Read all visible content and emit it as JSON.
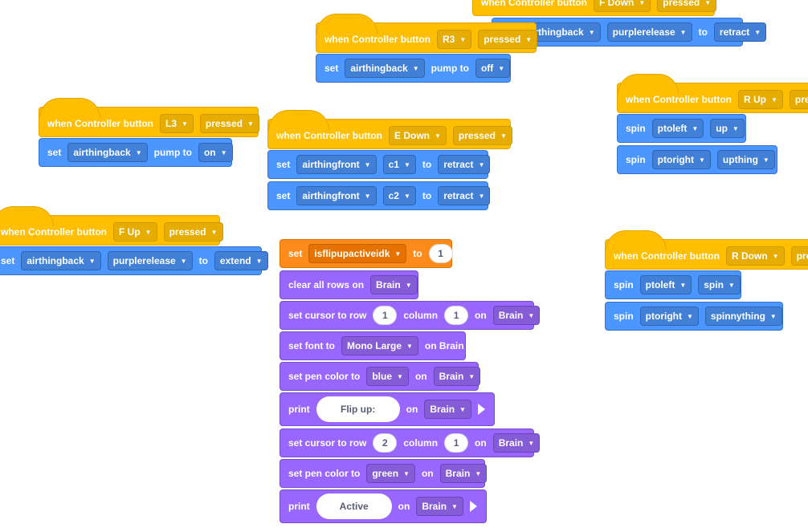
{
  "kw": {
    "when_controller_button": "when Controller button",
    "set": "set",
    "to": "to",
    "pump_to": "pump to",
    "spin": "spin",
    "clear_all_rows_on": "clear all rows on",
    "set_cursor_to_row": "set cursor to row",
    "column": "column",
    "on": "on",
    "set_font_to": "set font to",
    "on_brain": "on Brain",
    "set_pen_color_to": "set pen color to",
    "print": "print"
  },
  "stacks": {
    "f_down": {
      "button": "F Down",
      "action": "pressed",
      "var": "airthingback",
      "valve": "purplerelease",
      "state": "retract"
    },
    "r3": {
      "button": "R3",
      "action": "pressed",
      "var": "airthingback",
      "state": "off"
    },
    "l3": {
      "button": "L3",
      "action": "pressed",
      "var": "airthingback",
      "state": "on"
    },
    "e_down": {
      "button": "E Down",
      "action": "pressed",
      "var1": "airthingfront",
      "c1": "c1",
      "state1": "retract",
      "var2": "airthingfront",
      "c2": "c2",
      "state2": "retract"
    },
    "f_up": {
      "button": "F Up",
      "action": "pressed",
      "var": "airthingback",
      "valve": "purplerelease",
      "state": "extend"
    },
    "r_up": {
      "button": "R Up",
      "action": "pres",
      "m1": "ptoleft",
      "d1": "up",
      "m2": "ptoright",
      "d2": "upthing"
    },
    "r_down": {
      "button": "R Down",
      "action": "pre",
      "m1": "ptoleft",
      "d1": "spin",
      "m2": "ptoright",
      "d2": "spinnything"
    }
  },
  "script": {
    "var_name": "isflipupactiveidk",
    "var_value": "1",
    "device": "Brain",
    "row1": "1",
    "col1": "1",
    "font": "Mono Large",
    "pen1": "blue",
    "text1": "Flip up:",
    "row2": "2",
    "col2": "1",
    "pen2": "green",
    "text2": "Active"
  },
  "colors": {
    "events": "#ffbf00",
    "motion": "#4c97ff",
    "looks": "#9966ff",
    "variables": "#ff8c1a"
  }
}
